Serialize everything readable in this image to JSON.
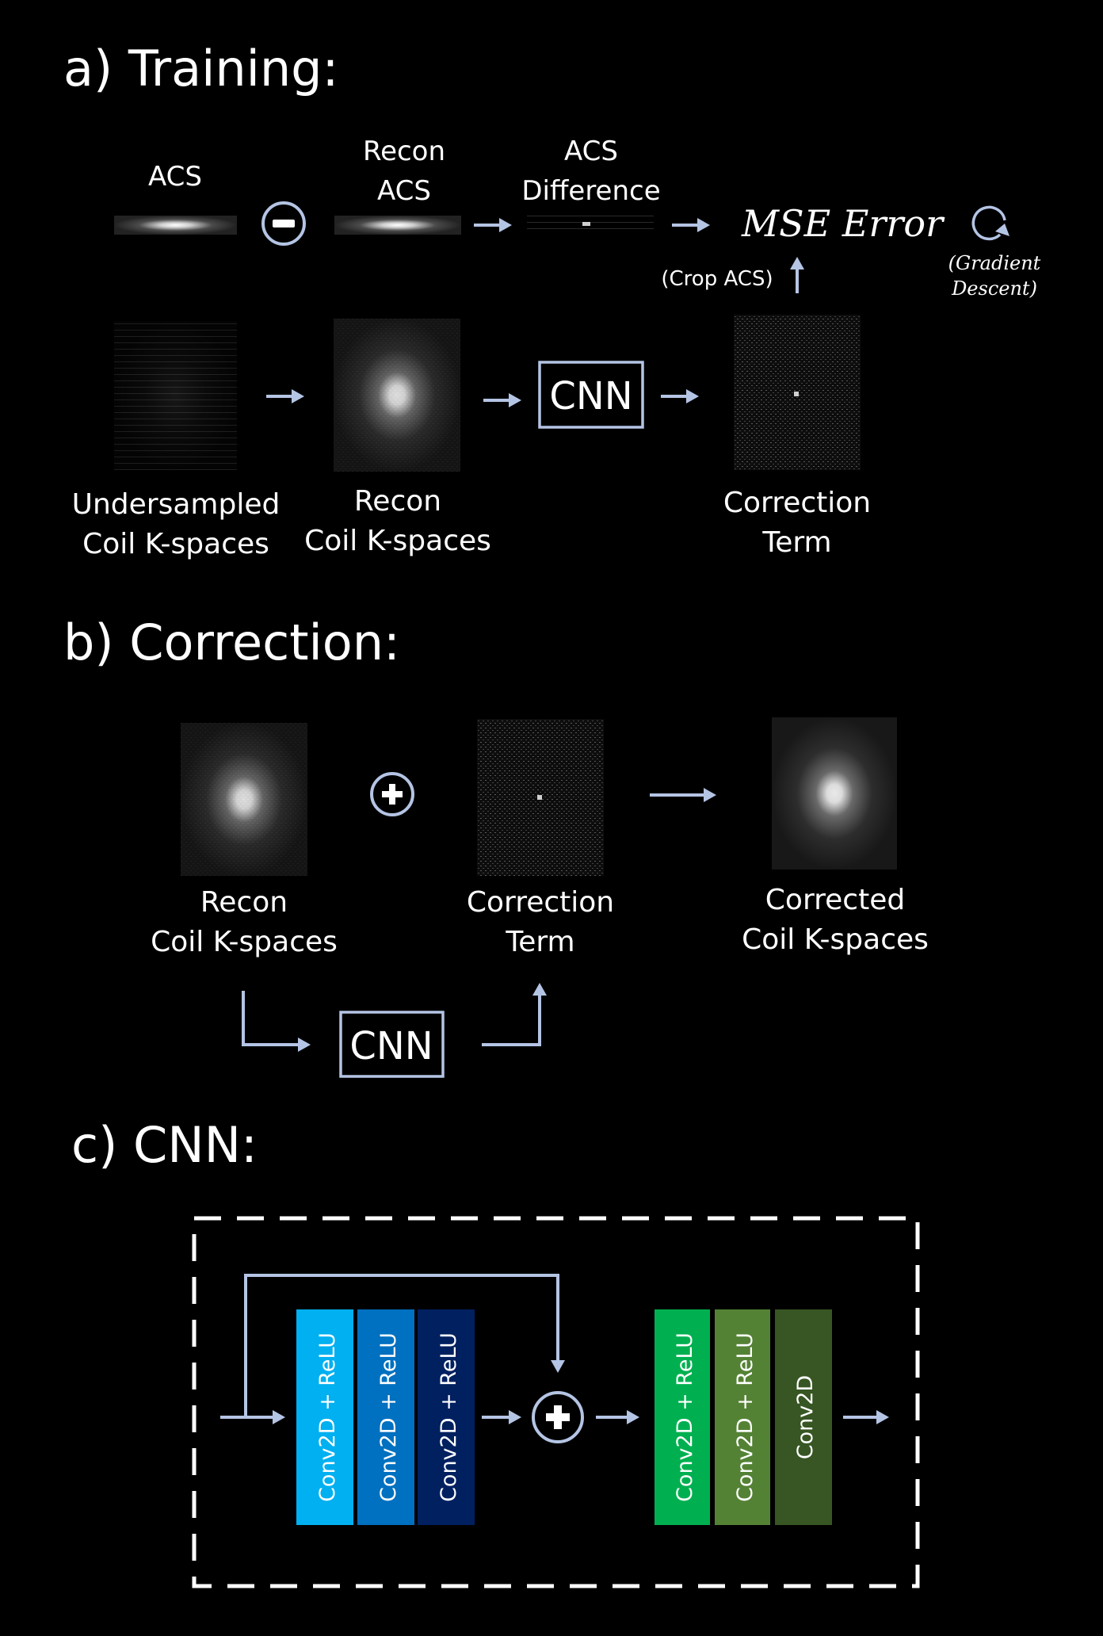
{
  "sections": {
    "training": {
      "title": "a) Training:"
    },
    "correction": {
      "title": "b) Correction:"
    },
    "cnn": {
      "title": "c) CNN:"
    }
  },
  "training": {
    "acs_label": "ACS",
    "recon_acs_label": [
      "Recon",
      "ACS"
    ],
    "acs_difference_label": [
      "ACS",
      "Difference"
    ],
    "mse_error": "MSE Error",
    "gradient_descent": [
      "(Gradient",
      "Descent)"
    ],
    "crop_acs": "(Crop ACS)",
    "cnn_label": "CNN",
    "undersampled_label": [
      "Undersampled",
      "Coil K-spaces"
    ],
    "recon_label": [
      "Recon",
      "Coil K-spaces"
    ],
    "correction_term_label": [
      "Correction",
      "Term"
    ]
  },
  "correction": {
    "recon_label": [
      "Recon",
      "Coil K-spaces"
    ],
    "correction_term_label": [
      "Correction",
      "Term"
    ],
    "corrected_label": [
      "Corrected",
      "Coil K-spaces"
    ],
    "cnn_label": "CNN"
  },
  "cnn": {
    "layers": [
      {
        "label": "Conv2D + ReLU",
        "color": "#00b0f0"
      },
      {
        "label": "Conv2D + ReLU",
        "color": "#0070c0"
      },
      {
        "label": "Conv2D + ReLU",
        "color": "#002060"
      },
      {
        "label": "Conv2D + ReLU",
        "color": "#00b050"
      },
      {
        "label": "Conv2D + ReLU",
        "color": "#548235"
      },
      {
        "label": "Conv2D",
        "color": "#375623"
      }
    ]
  },
  "colors": {
    "accent": "#b4c4e4",
    "background": "#000000"
  }
}
